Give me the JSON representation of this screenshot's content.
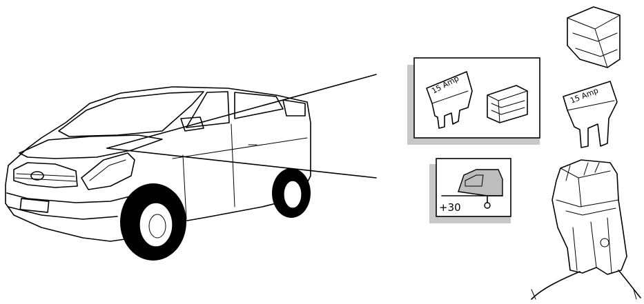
{
  "fuse_rating_label": "15 Amp",
  "terminal_label": "+30",
  "colors": {
    "line": "#000000",
    "panel_shadow": "#c8c8c8",
    "tailgate_fill": "#bdbdbd"
  },
  "icons": [
    "van-illustration",
    "blade-fuse-icon",
    "fuse-cover-icon",
    "vehicle-terminal-icon",
    "fuse-holder-icon"
  ]
}
